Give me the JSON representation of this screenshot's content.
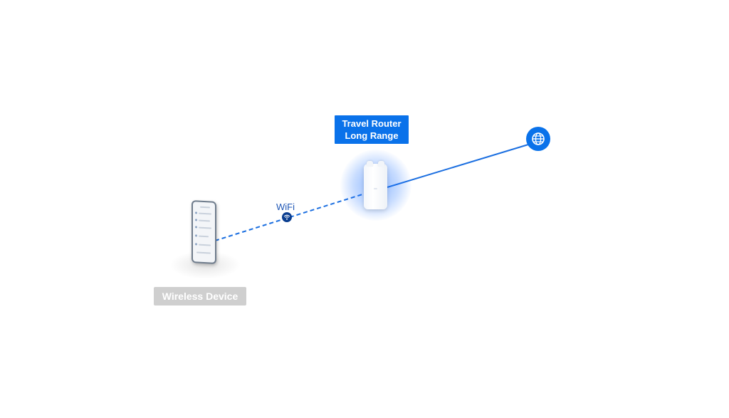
{
  "router": {
    "label_line1": "Travel Router",
    "label_line2": "Long Range"
  },
  "device": {
    "label": "Wireless Device"
  },
  "connection": {
    "wifi_label": "WiFi"
  },
  "icons": {
    "internet": "globe-icon",
    "wifi": "wifi-icon",
    "router": "router-device",
    "device": "smartphone-device"
  },
  "colors": {
    "accent": "#0a72ea",
    "wifi_badge": "#0a3d8f",
    "device_label_bg": "#cfcfcf"
  }
}
